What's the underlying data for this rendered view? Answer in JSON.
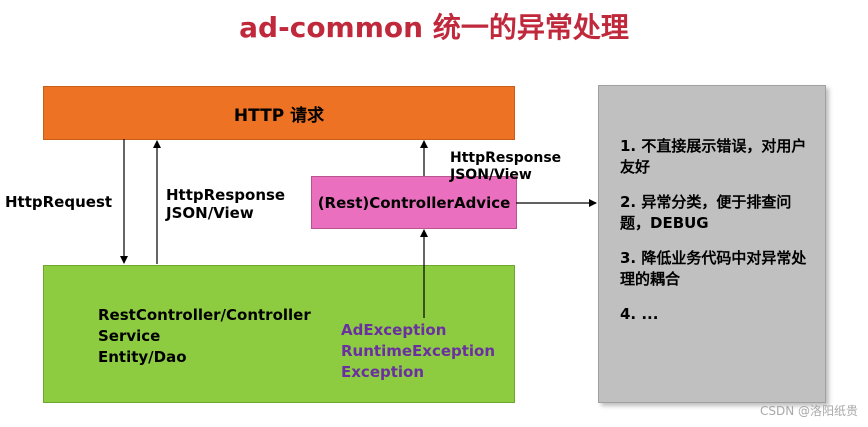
{
  "title": "ad-common 统一的异常处理",
  "http_box": {
    "label": "HTTP 请求"
  },
  "labels": {
    "http_request": "HttpRequest",
    "http_response_left": [
      "HttpResponse",
      "JSON/View"
    ],
    "http_response_right": [
      "HttpResponse",
      "JSON/View"
    ]
  },
  "advice_box": {
    "label": "(Rest)ControllerAdvice"
  },
  "green_box": {
    "lines": [
      "RestController/Controller",
      "Service",
      "Entity/Dao"
    ],
    "exceptions": [
      "AdException",
      "RuntimeException",
      "Exception"
    ]
  },
  "benefits": [
    "1. 不直接展示错误，对用户友好",
    "2. 异常分类，便于排查问题，DEBUG",
    "3. 降低业务代码中对异常处理的耦合",
    "4. ..."
  ],
  "watermark": "CSDN @洛阳纸贵",
  "colors": {
    "title": "#c0283c",
    "http_box": "#ed7224",
    "green_box": "#8dcc41",
    "advice_box": "#ea6fbe",
    "gray_box": "#c0c0c0",
    "exceptions": "#6a2fa0"
  }
}
